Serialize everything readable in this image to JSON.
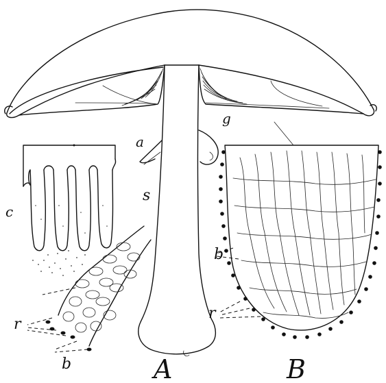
{
  "labels": {
    "a": "a",
    "s": "s",
    "g": "g",
    "c": "c",
    "b_left": "b",
    "b_right": "b",
    "r_left": "r",
    "r_right": "r",
    "A": "A",
    "B": "B"
  },
  "colors": {
    "ink": "#111111",
    "paper": "#ffffff"
  }
}
